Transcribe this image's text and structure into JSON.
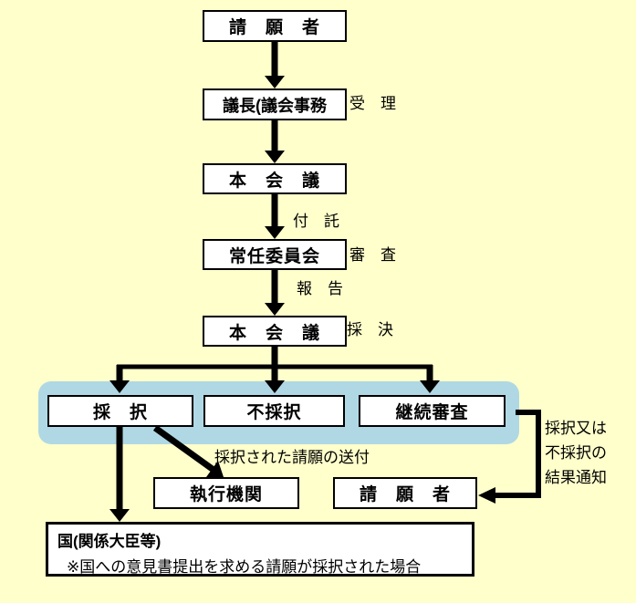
{
  "diagram": {
    "type": "flowchart",
    "language": "ja",
    "subject": "petition-handling-process"
  },
  "colors": {
    "background": "#FFFFCC",
    "highlight_band": "#B0D8E4",
    "box_fill": "#FFFFFF",
    "line": "#000000"
  },
  "boxes": {
    "petitioner_top": "請　願　者",
    "chairman": "議長(議会事務",
    "plenary_1": "本　会　議",
    "standing_committee": "常任委員会",
    "plenary_2": "本　会　議",
    "adopted": "採　択",
    "not_adopted": "不採択",
    "continued_review": "継続審査",
    "executive_agency": "執行機関",
    "petitioner_bottom": "請　願　者",
    "national_government_line1": "国(関係大臣等)",
    "national_government_line2": "※国への意見書提出を求める請願が採択された場合"
  },
  "labels": {
    "receipt": "受　理",
    "referral": "付　託",
    "examination": "審　査",
    "report": "報　告",
    "vote": "採　決",
    "sending_adopted_petition": "採択された請願の送付",
    "result_notice_line1": "採択又は",
    "result_notice_line2": "不採択の",
    "result_notice_line3": "結果通知"
  }
}
